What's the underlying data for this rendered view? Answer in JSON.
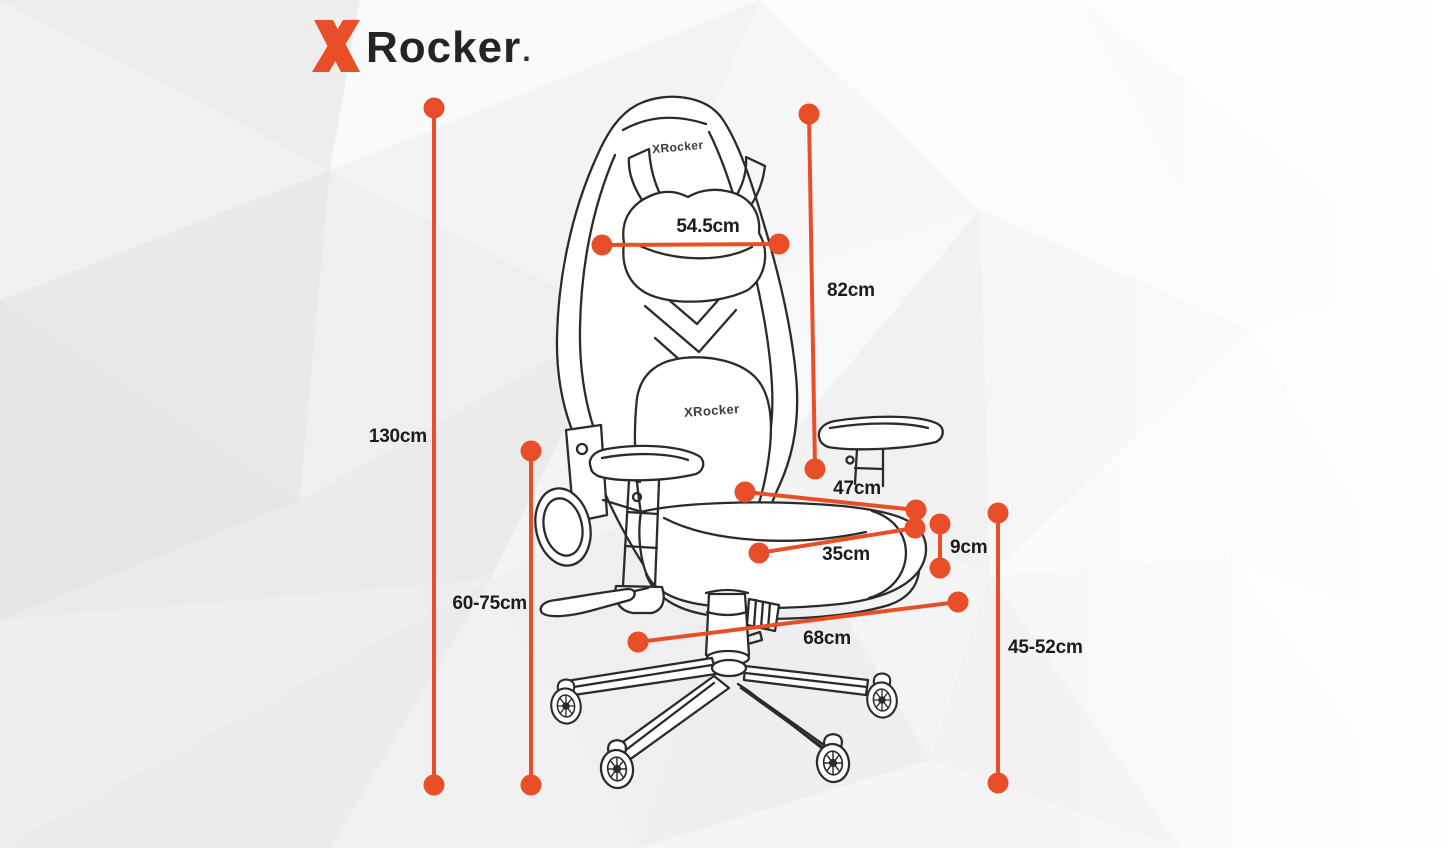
{
  "brand": {
    "name": "Rocker",
    "mark": "."
  },
  "chair": {
    "backrest_logo": "XRocker",
    "lumbar_logo": "XRocker"
  },
  "dimensions": {
    "overall_height": {
      "label": "130cm"
    },
    "seat_height": {
      "label": "60-75cm"
    },
    "backrest_width": {
      "label": "54.5cm"
    },
    "backrest_height": {
      "label": "82cm"
    },
    "seat_width": {
      "label": "47cm"
    },
    "seat_depth": {
      "label": "35cm"
    },
    "seat_cushion_thickness": {
      "label": "9cm"
    },
    "base_width": {
      "label": "68cm"
    },
    "floor_to_seat": {
      "label": "45-52cm"
    }
  },
  "colors": {
    "accent_orange": "#E84E27",
    "line_art": "#2b2b2b",
    "label_text": "#1c1c1c"
  }
}
